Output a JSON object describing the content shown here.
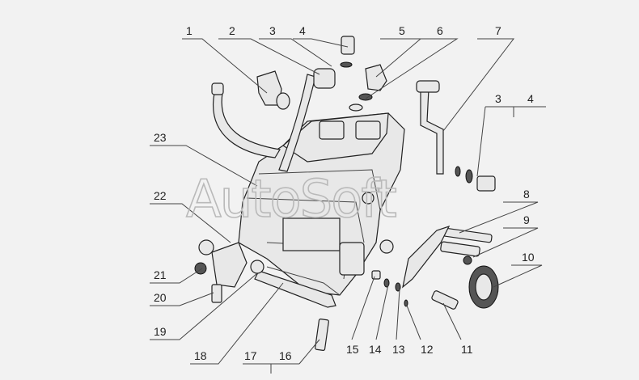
{
  "watermark": "AutoSoft",
  "callouts": [
    "1",
    "2",
    "3",
    "4",
    "5",
    "6",
    "7",
    "3",
    "4",
    "8",
    "9",
    "10",
    "23",
    "22",
    "21",
    "20",
    "19",
    "18",
    "17",
    "16",
    "15",
    "14",
    "13",
    "12",
    "11"
  ]
}
